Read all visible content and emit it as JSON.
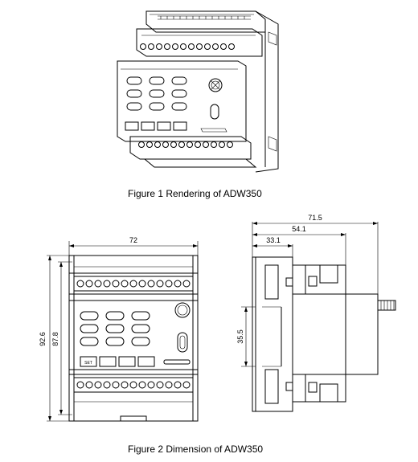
{
  "figures": [
    {
      "caption": "Figure 1 Rendering of ADW350"
    },
    {
      "caption": "Figure 2 Dimension of ADW350"
    }
  ],
  "dimensions": {
    "front_width": "72",
    "front_height_outer": "92.6",
    "front_height_inner": "87.8",
    "side_total": "71.5",
    "side_mid": "54.1",
    "side_short": "33.1",
    "side_rail": "35.5"
  },
  "buttons": {
    "set": "SET"
  }
}
